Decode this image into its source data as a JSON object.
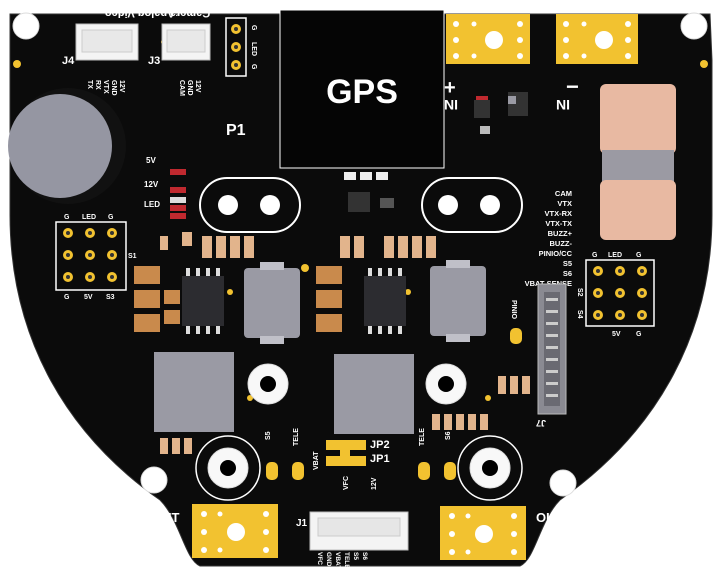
{
  "board": {
    "colors": {
      "pcb": "#0b0b0b",
      "pad_gold": "#f2c230",
      "silkscreen": "#ffffff",
      "copper_pad": "#d9a46e",
      "ic_body": "#9a9aa4",
      "smd_red": "#c0292f",
      "cap_orange": "#c98a4c"
    },
    "gps_label": "GPS",
    "p1_label": "P1",
    "j4": {
      "ref": "J4",
      "name": "Analog Video",
      "pins": [
        "TX",
        "RX",
        "VTX",
        "GND",
        "12V"
      ]
    },
    "j3": {
      "ref": "J3",
      "name": "Camera",
      "pins": [
        "CAM",
        "GND",
        "12V"
      ]
    },
    "led_header_top": {
      "pins": [
        "G",
        "LED",
        "G"
      ]
    },
    "input_plus": {
      "symbol": "+",
      "label": "IN"
    },
    "input_minus": {
      "symbol": "−",
      "label": "IN"
    },
    "status_leds": [
      "5V",
      "12V",
      "LED"
    ],
    "left_header": {
      "top": [
        "G",
        "LED",
        "G"
      ],
      "bottom": [
        "G",
        "5V",
        "S3"
      ],
      "side": "S1"
    },
    "right_header": {
      "top": [
        "G",
        "LED",
        "G"
      ],
      "bottom": [
        "5V",
        "G"
      ],
      "side_a": "S2",
      "side_b": "S4"
    },
    "pin_list": [
      "CAM",
      "VTX",
      "VTX-RX",
      "VTX-TX",
      "BUZZ+",
      "BUZZ-",
      "PINIO/CC",
      "S5",
      "S6",
      "VBAT-SENSE"
    ],
    "pinio": "PINIO",
    "j7_ref": "J7",
    "jumpers": [
      "JP2",
      "JP1"
    ],
    "jumper_side": [
      "VBAT",
      "VFC",
      "12V"
    ],
    "tele_labels": [
      "S5",
      "TELE",
      "TELE",
      "S6"
    ],
    "out_left": {
      "label": "OUT",
      "symbol": "+"
    },
    "out_right": {
      "label": "OUT",
      "symbol": "−"
    },
    "j1": {
      "ref": "J1",
      "pins": [
        "VFC",
        "GND",
        "VBAT",
        "TELE",
        "S5",
        "S6"
      ]
    }
  }
}
